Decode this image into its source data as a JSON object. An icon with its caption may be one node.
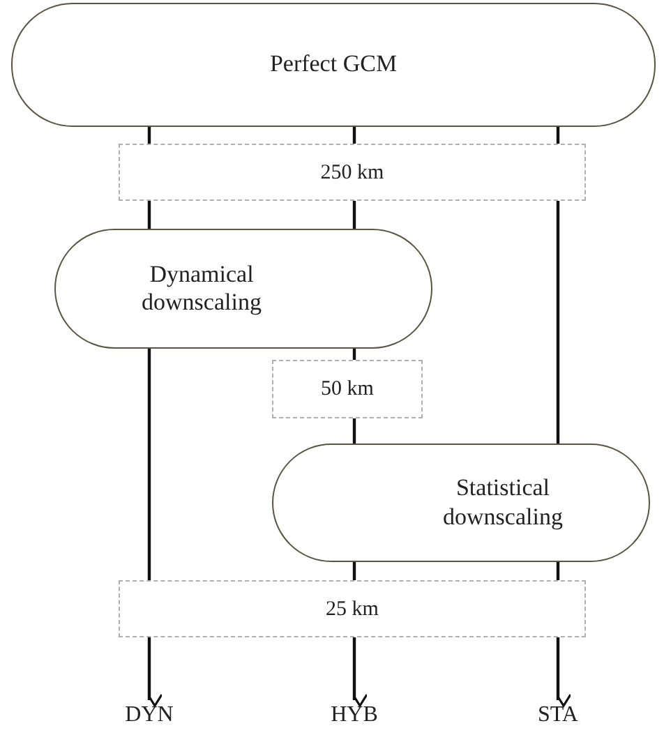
{
  "diagram": {
    "nodes": [
      {
        "text": [
          "Perfect GCM"
        ]
      },
      {
        "text": [
          "250 km"
        ]
      },
      {
        "text": [
          "Dynamical downscaling"
        ]
      },
      {
        "text": [
          "50 km"
        ]
      },
      {
        "text": [
          "Statistical downscaling"
        ]
      },
      {
        "text": [
          "25 km"
        ]
      },
      {
        "text": [
          "DYN"
        ]
      },
      {
        "text": [
          "HYB"
        ]
      },
      {
        "text": [
          "STA"
        ]
      }
    ],
    "edges": [
      {
        "from": 0,
        "to": 1,
        "arrow": "none"
      },
      {
        "from": 0,
        "to": 1,
        "arrow": "none"
      },
      {
        "from": 0,
        "to": 1,
        "arrow": "none"
      },
      {
        "from": 1,
        "to": 2,
        "arrow": "none"
      },
      {
        "from": 1,
        "to": 2,
        "arrow": "none"
      },
      {
        "from": 1,
        "to": 4,
        "arrow": "none"
      },
      {
        "from": 2,
        "to": 3,
        "arrow": "none"
      },
      {
        "from": 3,
        "to": 4,
        "arrow": "none"
      },
      {
        "from": 2,
        "to": 5,
        "arrow": "none"
      },
      {
        "from": 4,
        "to": 5,
        "arrow": "none"
      },
      {
        "from": 4,
        "to": 5,
        "arrow": "none"
      },
      {
        "from": 5,
        "to": 6,
        "arrow": "to"
      },
      {
        "from": 5,
        "to": 7,
        "arrow": "to"
      },
      {
        "from": 5,
        "to": 8,
        "arrow": "to"
      }
    ]
  }
}
